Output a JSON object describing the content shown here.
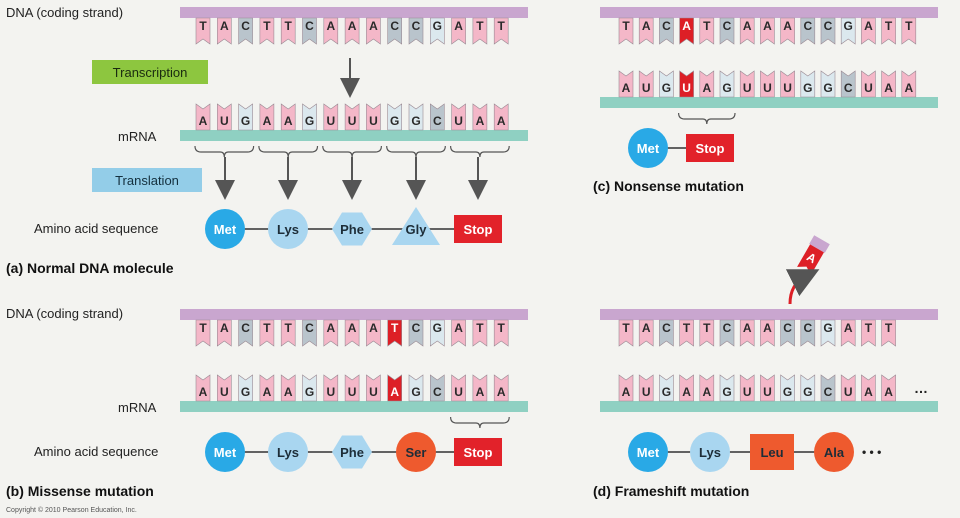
{
  "labels": {
    "dna_strand": "DNA (coding strand)",
    "mrna": "mRNA",
    "amino_seq": "Amino acid sequence",
    "transcription": "Transcription",
    "translation": "Translation",
    "copyright": "Copyright © 2010 Pearson Education, Inc."
  },
  "panels": {
    "a": {
      "caption": "(a) Normal DNA molecule",
      "dna": [
        "T",
        "A",
        "C",
        "T",
        "T",
        "C",
        "A",
        "A",
        "A",
        "C",
        "C",
        "G",
        "A",
        "T",
        "T"
      ],
      "mrna": [
        "A",
        "U",
        "G",
        "A",
        "A",
        "G",
        "U",
        "U",
        "U",
        "G",
        "G",
        "C",
        "U",
        "A",
        "A"
      ],
      "aminos": [
        {
          "label": "Met",
          "shape": "circle",
          "color": "#29a9e6"
        },
        {
          "label": "Lys",
          "shape": "circle",
          "color": "#a9d6f0"
        },
        {
          "label": "Phe",
          "shape": "hexagon",
          "color": "#a9d6f0"
        },
        {
          "label": "Gly",
          "shape": "triangle",
          "color": "#a9d6f0"
        },
        {
          "label": "Stop",
          "shape": "stop",
          "color": "#e2222a"
        }
      ]
    },
    "b": {
      "caption": "(b) Missense mutation",
      "dna": [
        "T",
        "A",
        "C",
        "T",
        "T",
        "C",
        "A",
        "A",
        "A",
        "T",
        "C",
        "G",
        "A",
        "T",
        "T"
      ],
      "mrna": [
        "A",
        "U",
        "G",
        "A",
        "A",
        "G",
        "U",
        "U",
        "U",
        "A",
        "G",
        "C",
        "U",
        "A",
        "A"
      ],
      "mutated_index": 9,
      "aminos": [
        {
          "label": "Met",
          "shape": "circle",
          "color": "#29a9e6"
        },
        {
          "label": "Lys",
          "shape": "circle",
          "color": "#a9d6f0"
        },
        {
          "label": "Phe",
          "shape": "hexagon",
          "color": "#a9d6f0"
        },
        {
          "label": "Ser",
          "shape": "circle",
          "color": "#ee5a2e"
        },
        {
          "label": "Stop",
          "shape": "stop",
          "color": "#e2222a"
        }
      ]
    },
    "c": {
      "caption": "(c) Nonsense mutation",
      "dna": [
        "T",
        "A",
        "C",
        "A",
        "T",
        "C",
        "A",
        "A",
        "A",
        "C",
        "C",
        "G",
        "A",
        "T",
        "T"
      ],
      "mrna": [
        "A",
        "U",
        "G",
        "U",
        "A",
        "G",
        "U",
        "U",
        "U",
        "G",
        "G",
        "C",
        "U",
        "A",
        "A"
      ],
      "mutated_index": 3,
      "aminos": [
        {
          "label": "Met",
          "shape": "circle",
          "color": "#29a9e6"
        },
        {
          "label": "Stop",
          "shape": "stop",
          "color": "#e2222a"
        }
      ]
    },
    "d": {
      "caption": "(d) Frameshift mutation",
      "dna": [
        "T",
        "A",
        "C",
        "T",
        "T",
        "C",
        "A",
        "A",
        "C",
        "C",
        "G",
        "A",
        "T",
        "T"
      ],
      "mrna": [
        "A",
        "U",
        "G",
        "A",
        "A",
        "G",
        "U",
        "U",
        "G",
        "G",
        "C",
        "U",
        "A",
        "A"
      ],
      "deleted_base": "A",
      "ellipsis": "…",
      "aminos": [
        {
          "label": "Met",
          "shape": "circle",
          "color": "#29a9e6"
        },
        {
          "label": "Lys",
          "shape": "circle",
          "color": "#a9d6f0"
        },
        {
          "label": "Leu",
          "shape": "square",
          "color": "#ee5a2e"
        },
        {
          "label": "Ala",
          "shape": "circle",
          "color": "#ee5a2e"
        }
      ],
      "amino_ellipsis": "• • •"
    }
  },
  "colors": {
    "backbone_dna": "#c9a6cf",
    "backbone_rna": "#8fd0c2",
    "base_T": "#f4b7c8",
    "base_A": "#f4b7c8",
    "base_C": "#b9c4cc",
    "base_G": "#dbe8ee",
    "base_U": "#f4b7c8",
    "mutation": "#dd1f26",
    "label_box": "#8dc63f",
    "translation_box": "#93cde8"
  }
}
